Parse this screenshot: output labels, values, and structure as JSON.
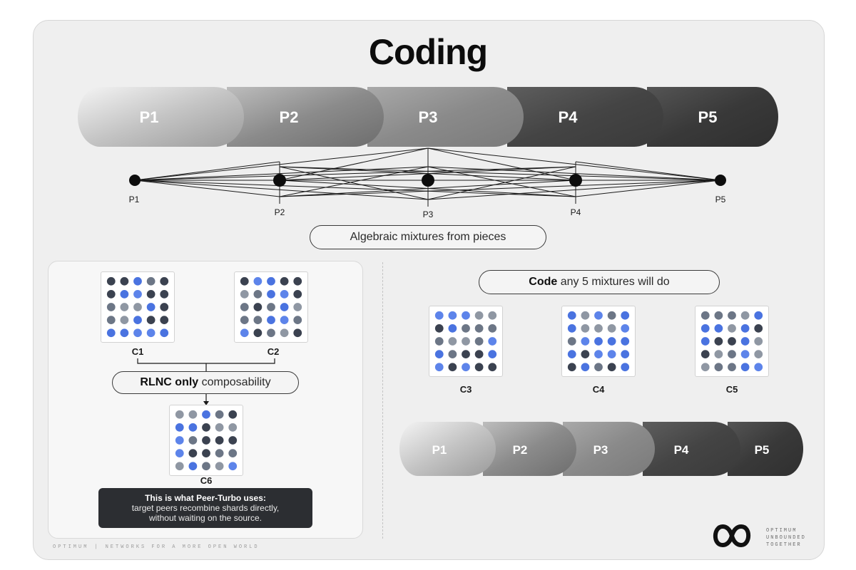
{
  "title": "Coding",
  "top_pieces": [
    "P1",
    "P2",
    "P3",
    "P4",
    "P5"
  ],
  "nodes": [
    "P1",
    "P2",
    "P3",
    "P4",
    "P5"
  ],
  "mix_pill": "Algebraic mixtures from pieces",
  "left": {
    "c1": "C1",
    "c2": "C2",
    "c6": "C6",
    "rlnc_bold": "RLNC only",
    "rlnc_rest": " composability",
    "note_head": "This is what Peer-Turbo uses:",
    "note_line1": "target peers recombine shards directly,",
    "note_line2": "without waiting on the source."
  },
  "right": {
    "code_bold": "Code",
    "code_rest": " any 5 mixtures will do",
    "c3": "C3",
    "c4": "C4",
    "c5": "C5",
    "pieces": [
      "P1",
      "P2",
      "P3",
      "P4",
      "P5"
    ]
  },
  "footer": {
    "left1": "OPTIMUM",
    "sep": "|",
    "left2": "NETWORKS FOR A MORE OPEN WORLD",
    "brand1": "OPTIMUM",
    "brand2": "UNBOUNDED",
    "brand3": "TOGETHER"
  },
  "colors": {
    "piece_light": "#d4d4d4",
    "piece_dark": "#3c3c3c",
    "dot_blue": "#4a73e0",
    "dot_slate": "#6c7686",
    "dot_dark": "#3b4250"
  }
}
